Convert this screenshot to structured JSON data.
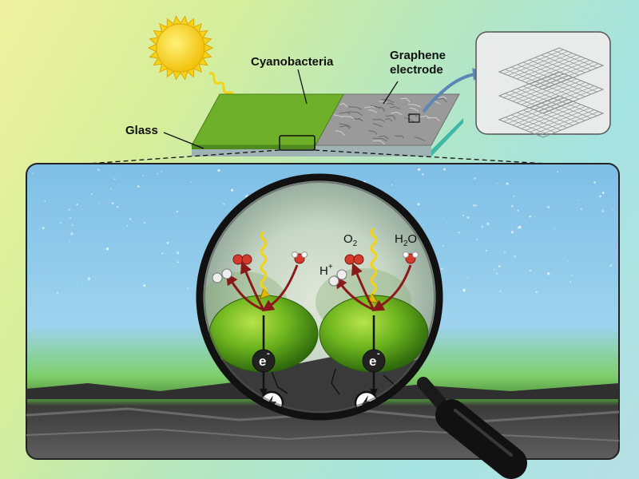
{
  "labels": {
    "cyanobacteria": "Cyanobacteria",
    "graphene_line1": "Graphene",
    "graphene_line2": "electrode",
    "glass": "Glass"
  },
  "chemistry": {
    "oxygen": "O",
    "oxygen_sub": "2",
    "water_h": "H",
    "water_sub": "2",
    "water_o": "O",
    "proton": "H",
    "proton_sup": "+"
  },
  "electron": {
    "symbol": "e",
    "charge": "-"
  },
  "colors": {
    "sun": "#f6d21a",
    "cyanobacteria_green": "#6fb02a",
    "glass_teal": "#3fb9a6",
    "sky_blue": "#8cc8ea",
    "ground_dark": "#4a4a4a",
    "arrow_red": "#8a1a1a",
    "photon_yellow": "#f5d40f",
    "callout_arrow": "#5b86b5"
  },
  "icons": [
    "sun-icon",
    "lightning-bolt-icon",
    "magnifying-glass-icon",
    "photon-wave-icon"
  ]
}
